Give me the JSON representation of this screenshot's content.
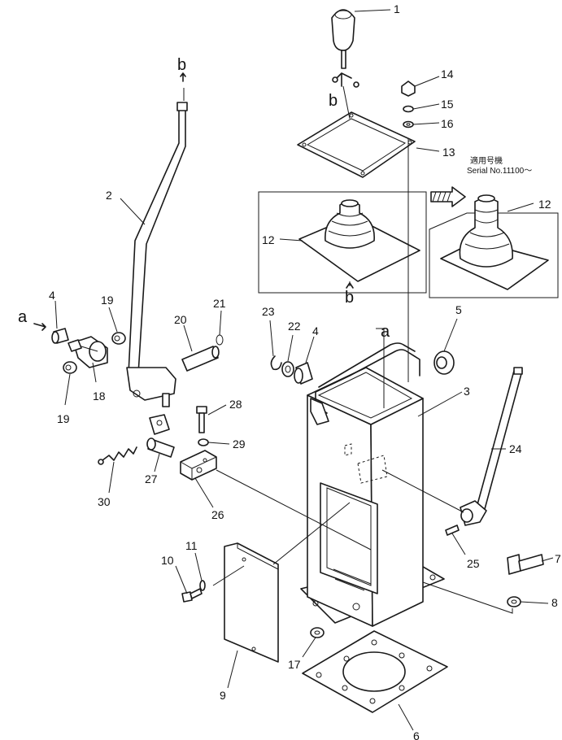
{
  "callouts": {
    "p1": "1",
    "p2": "2",
    "p3": "3",
    "p4a": "4",
    "p4b": "4",
    "p5": "5",
    "p6": "6",
    "p7": "7",
    "p8": "8",
    "p9": "9",
    "p10": "10",
    "p11": "11",
    "p12a": "12",
    "p12b": "12",
    "p13": "13",
    "p14": "14",
    "p15": "15",
    "p16": "16",
    "p17": "17",
    "p18": "18",
    "p19a": "19",
    "p19b": "19",
    "p20": "20",
    "p21": "21",
    "p22": "22",
    "p23": "23",
    "p24": "24",
    "p25": "25",
    "p26": "26",
    "p27": "27",
    "p28": "28",
    "p29": "29",
    "p30": "30"
  },
  "markers": {
    "b_top": "b",
    "b_boot": "b",
    "b_lever": "b",
    "a_left": "a",
    "a_box": "a"
  },
  "serial_note": {
    "line1": "適用号機",
    "line2": "Serial No.11100～"
  }
}
